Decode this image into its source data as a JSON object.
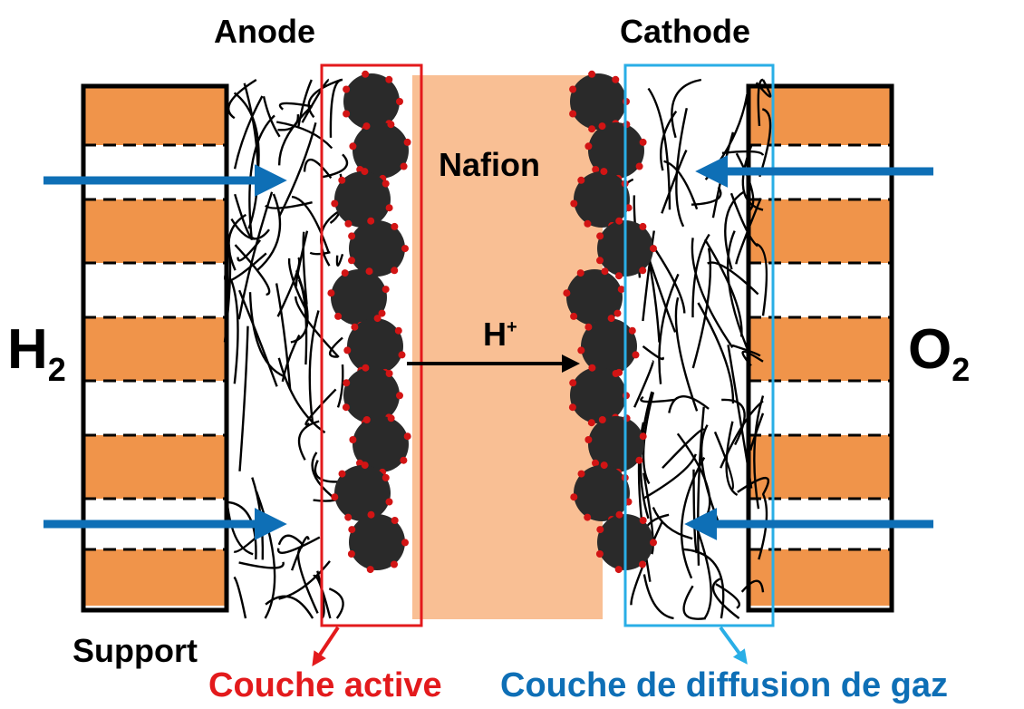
{
  "labels": {
    "anode": "Anode",
    "cathode": "Cathode",
    "nafion": "Nafion",
    "proton": "H",
    "proton_charge": "+",
    "hydrogen": "H",
    "hydrogen_sub": "2",
    "oxygen": "O",
    "oxygen_sub": "2",
    "support": "Support",
    "active_layer": "Couche active",
    "gas_diffusion_layer": "Couche de diffusion de gaz"
  },
  "colors": {
    "support_orange": "#f0944a",
    "nafion_peach": "#f9bf94",
    "catalyst_particle": "#2a2a2a",
    "catalyst_dot": "#d21414",
    "active_layer_frame": "#e31a1c",
    "gdl_frame": "#29aee6",
    "gas_arrow": "#0e6fb6",
    "label_active": "#e31a1c",
    "label_gdl": "#0e6fb6"
  },
  "icons": {
    "gas_inlet_arrows": "right-arrow-icon / left-arrow-icon",
    "proton_transport": "right-arrow-icon"
  }
}
